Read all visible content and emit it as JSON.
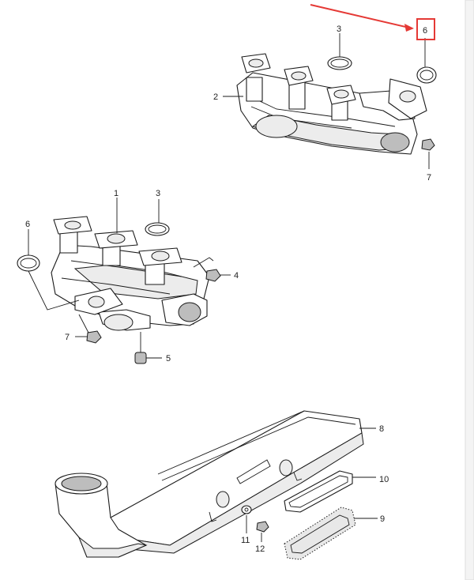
{
  "accent_color": "#e53935",
  "callouts": {
    "c1": "1",
    "c2": "2",
    "c3_top": "3",
    "c3_mid": "3",
    "c4": "4",
    "c5": "5",
    "c6_top": "6",
    "c6_mid": "6",
    "c7_top": "7",
    "c7_mid": "7",
    "c8": "8",
    "c9": "9",
    "c10": "10",
    "c11": "11",
    "c12": "12"
  }
}
